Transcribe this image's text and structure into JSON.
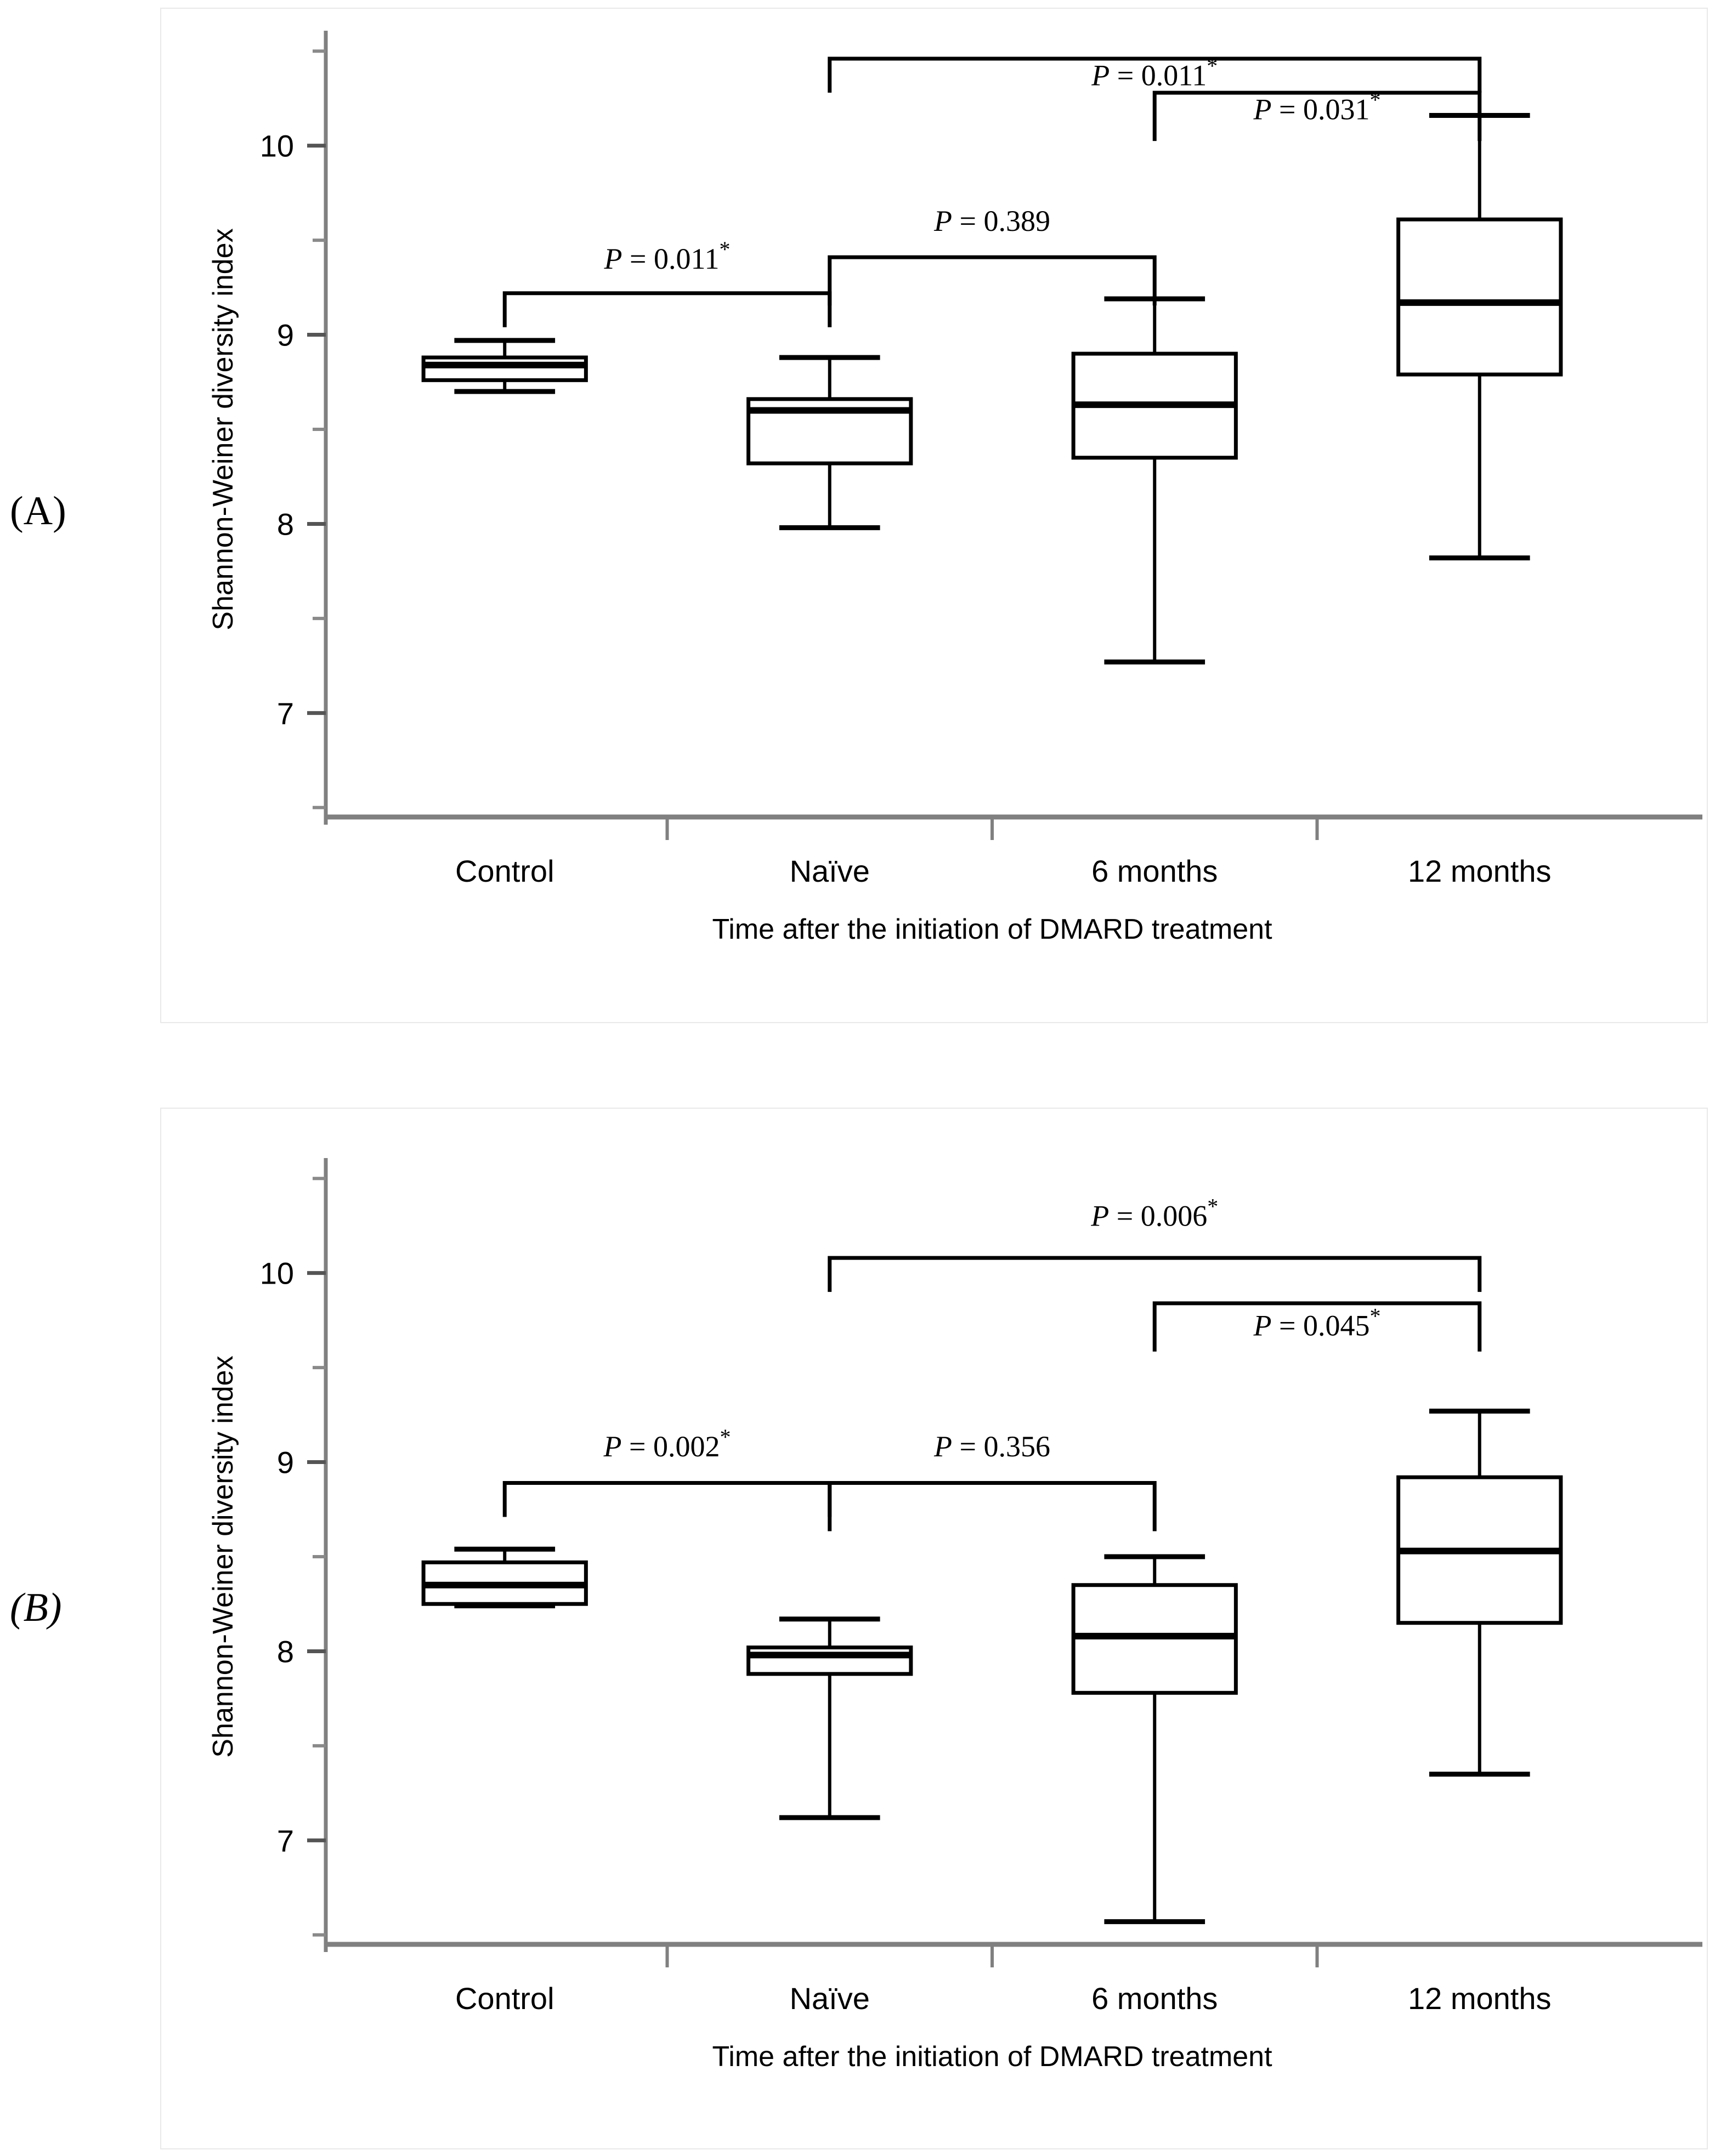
{
  "figure": {
    "panel_a_label": "(A)",
    "panel_b_label": "(B)"
  },
  "axes": {
    "ylabel": "Shannon-Weiner diversity index",
    "xlabel": "Time after the initiation of DMARD treatment",
    "ytick_labels": [
      "10",
      "9",
      "8",
      "7"
    ],
    "categories": [
      "Control",
      "Naïve",
      "6 months",
      "12 months"
    ]
  },
  "chart_data": [
    {
      "type": "box",
      "panel": "A",
      "title": "",
      "xlabel": "Time after the initiation of DMARD treatment",
      "ylabel": "Shannon-Weiner diversity index",
      "categories": [
        "Control",
        "Naïve",
        "6 months",
        "12 months"
      ],
      "ylim": [
        6.45,
        10.55
      ],
      "yticks": [
        7,
        8,
        9,
        10
      ],
      "yticks_minor": [
        6.5,
        7.5,
        8.5,
        9.5,
        10.5
      ],
      "grid": false,
      "legend": "none",
      "boxes": [
        {
          "category": "Control",
          "min": 8.7,
          "q1": 8.76,
          "median": 8.84,
          "q3": 8.88,
          "max": 8.97
        },
        {
          "category": "Naïve",
          "min": 7.98,
          "q1": 8.32,
          "median": 8.6,
          "q3": 8.66,
          "max": 8.88
        },
        {
          "category": "6 months",
          "min": 7.27,
          "q1": 8.35,
          "median": 8.63,
          "q3": 8.9,
          "max": 9.19
        },
        {
          "category": "12 months",
          "min": 7.82,
          "q1": 8.79,
          "median": 9.17,
          "q3": 9.61,
          "max": 10.16
        }
      ],
      "annotations": [
        {
          "text_prefix": "P",
          "text_mid": " = 0.011",
          "star": "*",
          "from": "Control",
          "to": "Naïve",
          "y": 9.22,
          "label_y": 9.35
        },
        {
          "text_prefix": "P",
          "text_mid": " = 0.389",
          "star": "",
          "from": "Naïve",
          "to": "6 months",
          "y": 9.41,
          "label_y": 9.55
        },
        {
          "text_prefix": "P",
          "text_mid": " = 0.011",
          "star": "*",
          "from": "Naïve",
          "to": "12 months",
          "y": 10.46,
          "label_y": 10.32
        },
        {
          "text_prefix": "P",
          "text_mid": " = 0.031",
          "star": "*",
          "from": "6 months",
          "to": "12 months",
          "y": 10.28,
          "label_y": 10.14
        }
      ]
    },
    {
      "type": "box",
      "panel": "B",
      "title": "",
      "xlabel": "Time after the initiation of DMARD treatment",
      "ylabel": "Shannon-Weiner diversity index",
      "categories": [
        "Control",
        "Naïve",
        "6 months",
        "12 months"
      ],
      "ylim": [
        6.45,
        10.55
      ],
      "yticks": [
        7,
        8,
        9,
        10
      ],
      "yticks_minor": [
        6.5,
        7.5,
        8.5,
        9.5,
        10.5
      ],
      "grid": false,
      "legend": "none",
      "boxes": [
        {
          "category": "Control",
          "min": 8.24,
          "q1": 8.25,
          "median": 8.35,
          "q3": 8.47,
          "max": 8.54
        },
        {
          "category": "Naïve",
          "min": 7.12,
          "q1": 7.88,
          "median": 7.98,
          "q3": 8.02,
          "max": 8.17
        },
        {
          "category": "6 months",
          "min": 6.57,
          "q1": 7.78,
          "median": 8.08,
          "q3": 8.35,
          "max": 8.5
        },
        {
          "category": "12 months",
          "min": 7.35,
          "q1": 8.15,
          "median": 8.53,
          "q3": 8.92,
          "max": 9.27
        }
      ],
      "annotations": [
        {
          "text_prefix": "P",
          "text_mid": " = 0.002",
          "star": "*",
          "from": "Control",
          "to": "Naïve",
          "y": 8.89,
          "label_y": 9.03
        },
        {
          "text_prefix": "P",
          "text_mid": " = 0.356",
          "star": "",
          "from": "Naïve",
          "to": "6 months",
          "y": 8.89,
          "label_y": 9.03
        },
        {
          "text_prefix": "P",
          "text_mid": " = 0.006",
          "star": "*",
          "from": "Naïve",
          "to": "12 months",
          "y": 10.08,
          "label_y": 10.25
        },
        {
          "text_prefix": "P",
          "text_mid": " = 0.045",
          "star": "*",
          "from": "6 months",
          "to": "12 months",
          "y": 9.84,
          "label_y": 9.67
        }
      ]
    }
  ]
}
